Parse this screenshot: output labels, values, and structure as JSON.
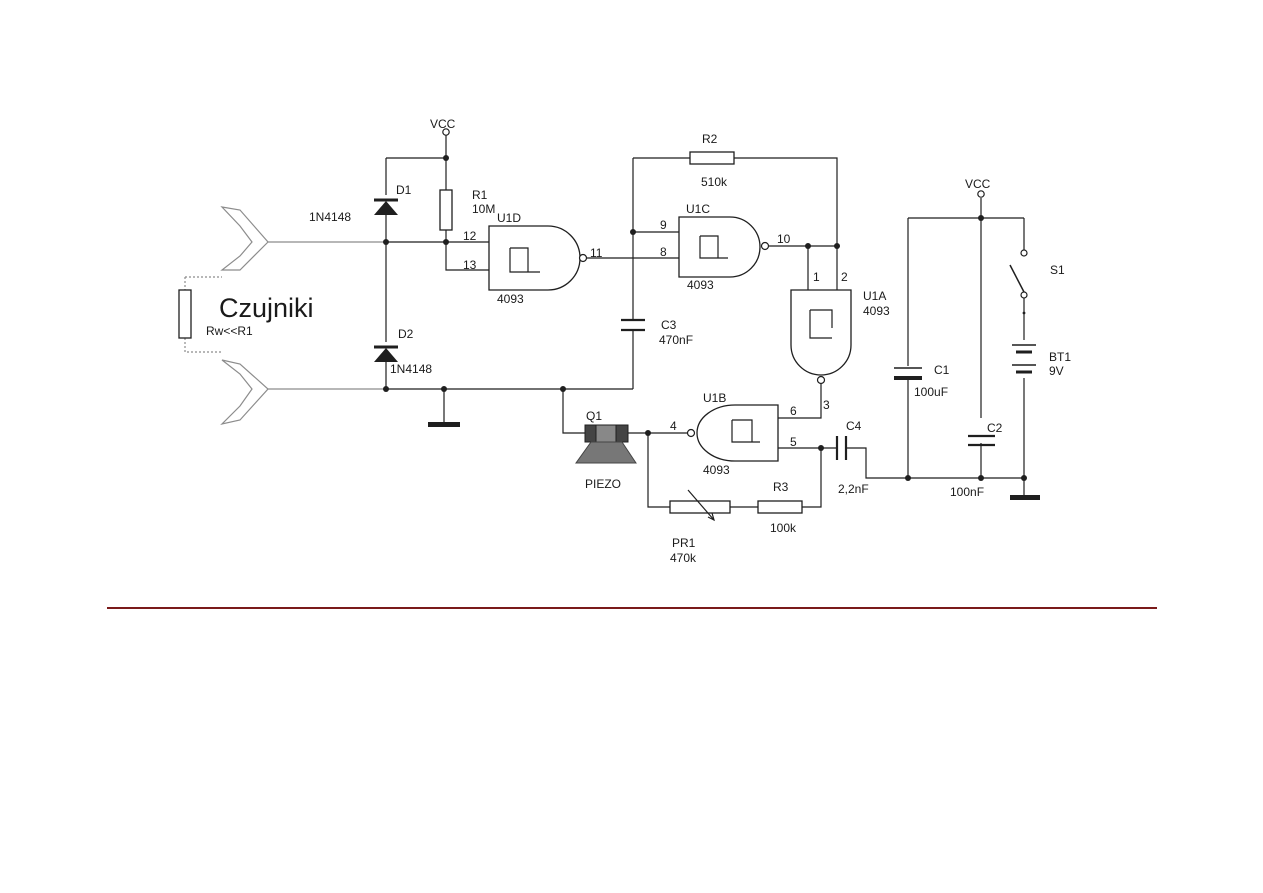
{
  "diagram": {
    "title": "Czujniki",
    "sensor_resistor": "Rw<<R1",
    "vcc_left": "VCC",
    "vcc_right": "VCC",
    "d1": {
      "ref": "D1",
      "part": "1N4148"
    },
    "d2": {
      "ref": "D2",
      "part": "1N4148"
    },
    "r1": {
      "ref": "R1",
      "value": "10M"
    },
    "r2": {
      "ref": "R2",
      "value": "510k"
    },
    "r3": {
      "ref": "R3",
      "value": "100k"
    },
    "pr1": {
      "ref": "PR1",
      "value": "470k"
    },
    "c1": {
      "ref": "C1",
      "value": "100uF"
    },
    "c2": {
      "ref": "C2",
      "value": "100nF"
    },
    "c3": {
      "ref": "C3",
      "value": "470nF"
    },
    "c4": {
      "ref": "C4",
      "value": "2,2nF"
    },
    "q1": {
      "ref": "Q1",
      "part": "PIEZO"
    },
    "s1": {
      "ref": "S1"
    },
    "bt1": {
      "ref": "BT1",
      "value": "9V"
    },
    "u1d": {
      "ref": "U1D",
      "part": "4093",
      "pin_a": "12",
      "pin_b": "13",
      "pin_out": "11"
    },
    "u1c": {
      "ref": "U1C",
      "part": "4093",
      "pin_a": "9",
      "pin_b": "8",
      "pin_out": "10"
    },
    "u1a": {
      "ref": "U1A",
      "part": "4093",
      "pin_a": "1",
      "pin_b": "2",
      "pin_out": "3"
    },
    "u1b": {
      "ref": "U1B",
      "part": "4093",
      "pin_a": "6",
      "pin_b": "5",
      "pin_out": "4"
    }
  },
  "colors": {
    "rule": "#7a1a1a",
    "ink": "#1f1f1f",
    "faint_wire": "#8c8c8c"
  }
}
